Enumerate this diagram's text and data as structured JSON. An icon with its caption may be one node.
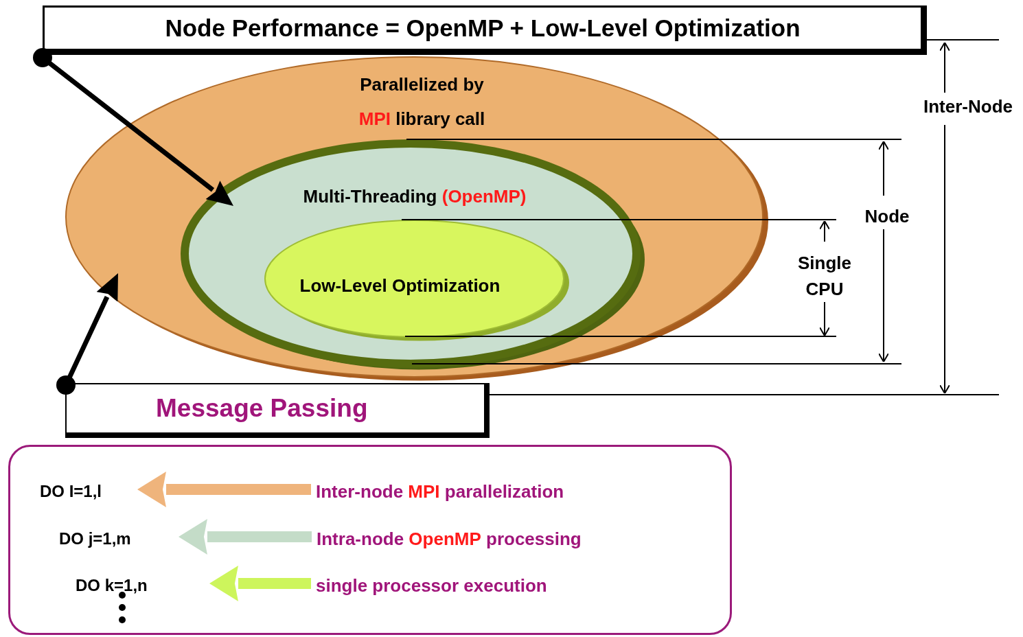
{
  "diagram": {
    "nodes": [
      {
        "text": [
          "Node Performance = OpenMP + Low-Level Optimization"
        ]
      },
      {
        "text": [
          "Parallelized by **MPI** library call"
        ]
      },
      {
        "text": [
          "Multi-Threading **(OpenMP)**"
        ],
        "in": 1
      },
      {
        "text": [
          "Low-Level Optimization"
        ],
        "in": 2
      },
      {
        "text": [
          "Message Passing"
        ]
      },
      {
        "text": [],
        "shape": "box"
      },
      {
        "text": [
          "DO I=1,l"
        ],
        "in": 5
      },
      {
        "text": [
          "Inter-node **MPI** parallelization"
        ],
        "in": 5
      },
      {
        "text": [
          "DO j=1,m"
        ],
        "in": 5
      },
      {
        "text": [
          "Intra-node **OpenMP** processing"
        ],
        "in": 5
      },
      {
        "text": [
          "DO k=1,n"
        ],
        "in": 5
      },
      {
        "text": [
          "single processor execution"
        ],
        "in": 5
      }
    ],
    "edges": [
      {
        "from": 0,
        "to": 2,
        "arrow": "to",
        "color": "#000000"
      },
      {
        "from": 4,
        "to": 1,
        "arrow": "to",
        "color": "#000000"
      },
      {
        "from": 7,
        "to": 6,
        "arrow": "to",
        "color": "#efb47c"
      },
      {
        "from": 9,
        "to": 8,
        "arrow": "to",
        "color": "#c4dcc8"
      },
      {
        "from": 11,
        "to": 10,
        "arrow": "to",
        "color": "#cdf55c"
      }
    ],
    "labels": [
      "Inter-Node",
      "Node",
      "Single CPU"
    ]
  }
}
